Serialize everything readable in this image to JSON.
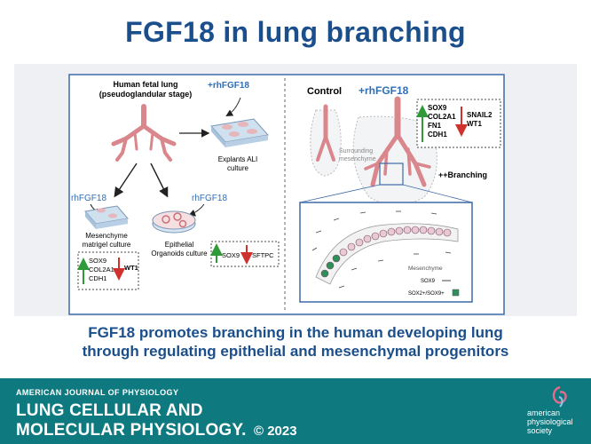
{
  "title": "FGF18 in lung branching",
  "left_panel": {
    "lung_label_line1": "Human fetal lung",
    "lung_label_line2": "(pseudoglandular stage)",
    "treatment_top": "+rhFGF18",
    "explants_line1": "Explants ALI",
    "explants_line2": "culture",
    "rhfgf18_left": "rhFGF18",
    "rhfgf18_right": "rhFGF18",
    "mesenchyme_line1": "Mesenchyme",
    "mesenchyme_line2": "matrigel culture",
    "epithelial_line1": "Epithelial",
    "epithelial_line2": "Organoids culture",
    "mes_up_genes": [
      "SOX9",
      "COL2A1",
      "CDH1"
    ],
    "mes_down_genes": [
      "WT1"
    ],
    "epi_up_gene": "SOX9",
    "epi_down_gene": "SFTPC"
  },
  "right_panel": {
    "control_label": "Control",
    "treatment_label": "+rhFGF18",
    "surrounding_line1": "Surrounding",
    "surrounding_line2": "mesenchyme",
    "up_genes": [
      "SOX9",
      "COL2A1",
      "FN1",
      "CDH1"
    ],
    "down_genes": [
      "SNAIL2",
      "WT1"
    ],
    "branching_label": "++Branching",
    "inset_mesenchyme": "Mesenchyme",
    "inset_legend1": "SOX9",
    "inset_legend2": "SOX2+/SOX9+"
  },
  "caption_line1": "FGF18 promotes branching in the human developing lung",
  "caption_line2": "through regulating epithelial and mesenchymal progenitors",
  "footer": {
    "journal_small": "AMERICAN JOURNAL OF PHYSIOLOGY",
    "journal_line1": "LUNG CELLULAR AND",
    "journal_line2": "MOLECULAR PHYSIOLOGY.",
    "copyright": "© 2023",
    "society_line1": "american",
    "society_line2": "physiological",
    "society_line3": "society"
  },
  "colors": {
    "title_blue": "#1b4f8c",
    "footer_teal": "#0e7a80",
    "up_arrow": "#2e9a3a",
    "down_arrow": "#d0312d",
    "lung_pink": "#d9878c",
    "frame_blue": "#3d6aa8"
  }
}
